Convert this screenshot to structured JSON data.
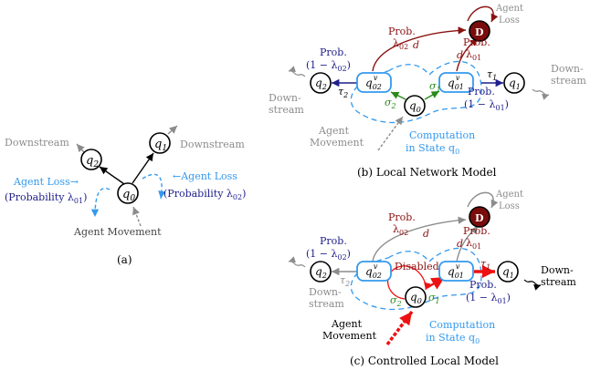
{
  "panel_a": {
    "nodes": {
      "q0": "q",
      "q0_sub": "0",
      "q1": "q",
      "q1_sub": "1",
      "q2": "q",
      "q2_sub": "2"
    },
    "downstream_left": "Downstream",
    "downstream_right": "Downstream",
    "loss_left_line1": "Agent Loss→",
    "loss_left_line2": "(Probability λ",
    "loss_left_sub": "01",
    "loss_right_line1": "←Agent Loss",
    "loss_right_line2": "(Probability λ",
    "loss_right_sub": "02",
    "agent_movement": "Agent Movement",
    "caption": "(a)"
  },
  "panel_b": {
    "d_node": "D",
    "agent_loss_1": "Agent",
    "agent_loss_2": "Loss",
    "prob_l02_1": "Prob.",
    "prob_l02_2": "λ",
    "prob_l02_sub": "02",
    "prob_l01_1": "Prob.",
    "prob_l01_2": "λ",
    "prob_l01_sub": "01",
    "d_left": "d",
    "d_right": "d",
    "prob_1ml02_1": "Prob.",
    "prob_1ml02_2": "(1 − λ",
    "prob_1ml02_sub": "02",
    "prob_1ml01_1": "Prob.",
    "prob_1ml01_2": "(1 − λ",
    "prob_1ml01_sub": "01",
    "tau1": "τ",
    "tau1_sub": "1",
    "tau2": "τ",
    "tau2_sub": "2",
    "sigma1": "σ",
    "sigma1_sub": "1",
    "sigma2": "σ",
    "sigma2_sub": "2",
    "down_left_1": "Down-",
    "down_left_2": "stream",
    "down_right_1": "Down-",
    "down_right_2": "stream",
    "agent_move_1": "Agent",
    "agent_move_2": "Movement",
    "comp_1": "Computation",
    "comp_2": "in State q",
    "comp_sub": "0",
    "caption": "(b) Local Network Model"
  },
  "panel_c": {
    "d_node": "D",
    "agent_loss_1": "Agent",
    "agent_loss_2": "Loss",
    "prob_l02_1": "Prob.",
    "prob_l02_2": "λ",
    "prob_l02_sub": "02",
    "prob_l01_1": "Prob.",
    "prob_l01_2": "λ",
    "prob_l01_sub": "01",
    "d_left": "d",
    "d_right": "d",
    "prob_1ml02_1": "Prob.",
    "prob_1ml02_2": "(1 − λ",
    "prob_1ml02_sub": "02",
    "prob_1ml01_1": "Prob.",
    "prob_1ml01_2": "(1 − λ",
    "prob_1ml01_sub": "01",
    "tau1": "τ",
    "tau1_sub": "1",
    "tau2": "τ",
    "tau2_sub": "2",
    "sigma1": "σ",
    "sigma1_sub": "1",
    "sigma2": "σ",
    "sigma2_sub": "2",
    "disabled": "Disabled",
    "down_left_1": "Down-",
    "down_left_2": "stream",
    "down_right_1": "Down-",
    "down_right_2": "stream",
    "agent_move_1": "Agent",
    "agent_move_2": "Movement",
    "comp_1": "Computation",
    "comp_2": "in State q",
    "comp_sub": "0",
    "caption": "(c) Controlled Local Model"
  },
  "colors": {
    "black": "#000000",
    "gray": "#8c8c8c",
    "light_blue": "#3399ee",
    "navy": "#1f1f8c",
    "dark_red": "#8b1010",
    "red": "#ee1111",
    "green": "#2a8a1a",
    "node_fill_dark": "#7a0c0c"
  }
}
